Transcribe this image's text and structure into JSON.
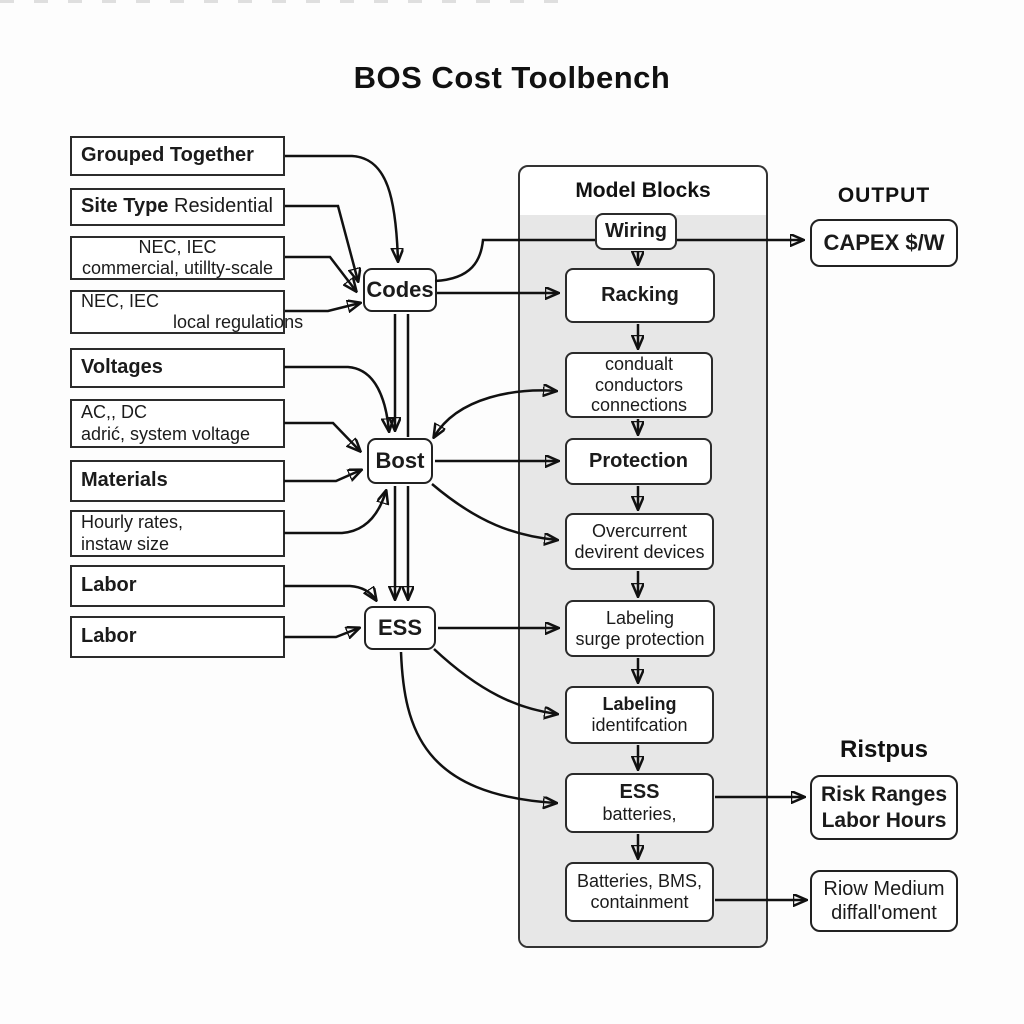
{
  "title": "BOS Cost Toolbench",
  "left_inputs": [
    {
      "line1": "Grouped Together"
    },
    {
      "line1_bold": "Site Type",
      "line1_rest": " Residential"
    },
    {
      "line1": "NEC, IEC",
      "line2": "commercial, utillty-scale"
    },
    {
      "line1": "NEC, IEC",
      "line2": "local regulations"
    },
    {
      "line1": "Voltages"
    },
    {
      "line1": "AC,, DC",
      "line2": "adrić, system voltage"
    },
    {
      "line1": "Materials"
    },
    {
      "line1": "Hourly rates,",
      "line2": "instaw size"
    },
    {
      "line1": "Labor"
    },
    {
      "line1": "Labor"
    }
  ],
  "hubs": [
    {
      "label": "Codes"
    },
    {
      "label": "Bost"
    },
    {
      "label": "ESS"
    }
  ],
  "model_panel": {
    "header": "Model Blocks",
    "blocks": [
      {
        "line1": "Wiring"
      },
      {
        "line1": "Racking"
      },
      {
        "line1": "condualt",
        "line2": "conductors",
        "line3": "connections"
      },
      {
        "line1": "Protection"
      },
      {
        "line1": "Overcurrent",
        "line2": "devirent devices"
      },
      {
        "line1": "Labeling",
        "line2": "surge protection"
      },
      {
        "line1": "Labeling",
        "line2": "identifcation"
      },
      {
        "line1": "ESS",
        "line2": "batteries,"
      },
      {
        "line1": "Batteries, BMS,",
        "line2": "containment"
      }
    ]
  },
  "output_top": {
    "heading": "OUTPUT",
    "box_label": "CAPEX $/W"
  },
  "output_bottom": {
    "heading": "Ristpus",
    "box1_line1": "Risk Ranges",
    "box1_line2": "Labor Hours",
    "box2_line1": "Riow Medium",
    "box2_line2": "diffall'oment"
  },
  "colors": {
    "panel_fill": "#e7e7e7",
    "edge_line": "#111111",
    "box_border": "#2b2b2b",
    "background": "#fdfdfd"
  }
}
